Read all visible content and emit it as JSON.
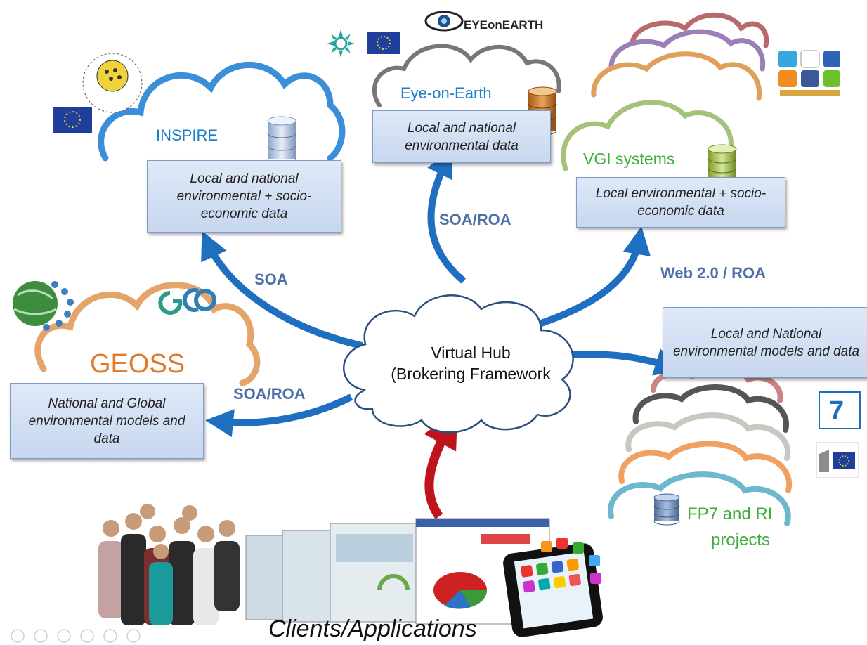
{
  "clouds": {
    "inspire": {
      "title": "INSPIRE",
      "box": "Local and national environmental + socio-economic data"
    },
    "eye": {
      "title": "Eye-on-Earth",
      "box": "Local and national environmental data"
    },
    "vgi": {
      "title": "VGI systems",
      "box": "Local environmental + socio-economic data"
    },
    "geoss": {
      "title": "GEOSS",
      "box": "National and Global environmental models and data"
    },
    "fp7": {
      "title_line1": "FP7 and RI",
      "title_line2": "projects",
      "box": "Local and National environmental models and data"
    }
  },
  "hub": {
    "line1": "Virtual Hub",
    "line2": "(Brokering Framework"
  },
  "arrows": {
    "soa": "SOA",
    "soa_roa_top": "SOA/ROA",
    "web20": "Web 2.0 / ROA",
    "soa_roa_left": "SOA/ROA"
  },
  "clients": {
    "label": "Clients/Applications"
  },
  "logos": {
    "eye_on_earth_text": "EYEonEARTH",
    "geo_text": "GEO",
    "seventh": "7"
  },
  "colors": {
    "arrow_blue": "#1f6fc0",
    "arrow_red": "#c0141c",
    "inspire_cloud": "#3a8fd8",
    "geoss_cloud": "#e4a46a",
    "geoss_title": "#e07a2a",
    "eye_title": "#1a7fc8",
    "vgi_title": "#3cae3c"
  }
}
